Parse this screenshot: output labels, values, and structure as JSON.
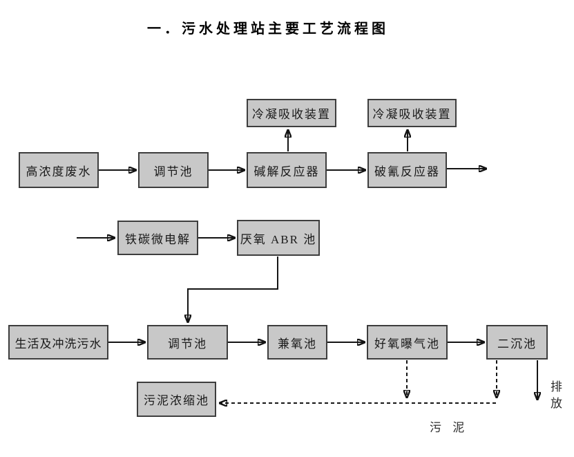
{
  "page": {
    "title": "一．污水处理站主要工艺流程图"
  },
  "diagram": {
    "nodes": {
      "condensation_absorber_left": {
        "label": "冷凝吸收装置"
      },
      "condensation_absorber_right": {
        "label": "冷凝吸收装置"
      },
      "high_concentration_wastewater": {
        "label": "高浓度废水"
      },
      "regulating_tank_upper": {
        "label": "调节池"
      },
      "alkaline_hydrolysis_reactor": {
        "label": "碱解反应器"
      },
      "cyanide_breaking_reactor": {
        "label": "破氰反应器"
      },
      "iron_carbon_micro_electrolysis": {
        "label": "铁碳微电解"
      },
      "anaerobic_abr_tank": {
        "label": "厌氧 ABR 池"
      },
      "domestic_and_flushing_sewage": {
        "label": "生活及冲洗污水"
      },
      "regulating_tank_lower": {
        "label": "调节池"
      },
      "facultative_tank": {
        "label": "兼氧池"
      },
      "aerobic_aeration_tank": {
        "label": "好氧曝气池"
      },
      "secondary_sedimentation_tank": {
        "label": "二沉池"
      },
      "sludge_thickening_tank": {
        "label": "污泥浓缩池"
      }
    },
    "annotations": {
      "discharge": "排放",
      "sludge": "污 泥"
    },
    "edges": [
      {
        "from": "high_concentration_wastewater",
        "to": "regulating_tank_upper",
        "style": "solid"
      },
      {
        "from": "regulating_tank_upper",
        "to": "alkaline_hydrolysis_reactor",
        "style": "solid"
      },
      {
        "from": "alkaline_hydrolysis_reactor",
        "to": "condensation_absorber_left",
        "style": "solid"
      },
      {
        "from": "alkaline_hydrolysis_reactor",
        "to": "cyanide_breaking_reactor",
        "style": "solid"
      },
      {
        "from": "cyanide_breaking_reactor",
        "to": "condensation_absorber_right",
        "style": "solid"
      },
      {
        "from": "cyanide_breaking_reactor",
        "to": "outflow_right",
        "style": "solid"
      },
      {
        "from": "inflow_left",
        "to": "iron_carbon_micro_electrolysis",
        "style": "solid"
      },
      {
        "from": "iron_carbon_micro_electrolysis",
        "to": "anaerobic_abr_tank",
        "style": "solid"
      },
      {
        "from": "anaerobic_abr_tank",
        "to": "regulating_tank_lower",
        "style": "solid"
      },
      {
        "from": "domestic_and_flushing_sewage",
        "to": "regulating_tank_lower",
        "style": "solid"
      },
      {
        "from": "regulating_tank_lower",
        "to": "facultative_tank",
        "style": "solid"
      },
      {
        "from": "facultative_tank",
        "to": "aerobic_aeration_tank",
        "style": "solid"
      },
      {
        "from": "aerobic_aeration_tank",
        "to": "secondary_sedimentation_tank",
        "style": "solid"
      },
      {
        "from": "secondary_sedimentation_tank",
        "to": "discharge",
        "style": "solid"
      },
      {
        "from": "aerobic_aeration_tank",
        "to": "sludge_thickening_tank",
        "style": "dashed"
      },
      {
        "from": "secondary_sedimentation_tank",
        "to": "sludge_thickening_tank",
        "style": "dashed"
      }
    ],
    "colors": {
      "node_fill": "#c8c8c8",
      "node_border": "#3d3d3d",
      "line": "#141414",
      "background": "#ffffff"
    }
  }
}
